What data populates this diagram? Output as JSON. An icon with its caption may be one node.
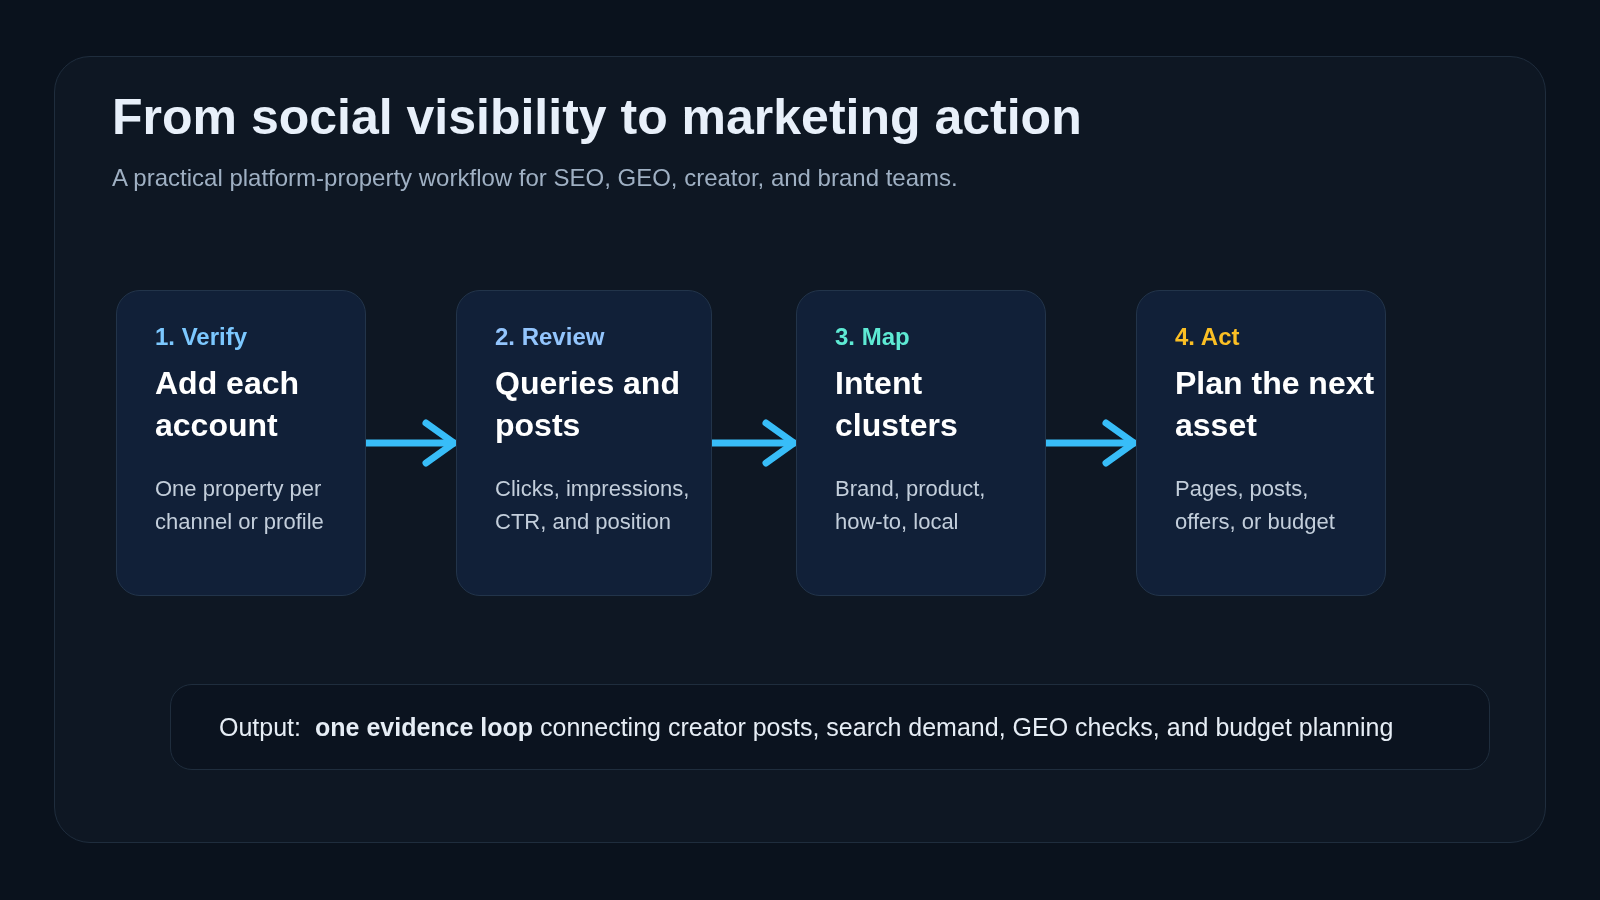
{
  "diagram": {
    "title": "From social visibility to marketing action",
    "caption": "A practical platform-property workflow for SEO, GEO, creator, and brand teams.",
    "nodes": [
      {
        "text": [
          "1. Verify",
          "Add each account",
          "One property per channel or profile"
        ]
      },
      {
        "text": [
          "2. Review",
          "Queries and posts",
          "Clicks, impressions, CTR, and position"
        ]
      },
      {
        "text": [
          "3. Map",
          "Intent clusters",
          "Brand, product, how-to, local"
        ]
      },
      {
        "text": [
          "4. Act",
          "Plan the next asset",
          "Pages, posts, offers, or budget"
        ]
      },
      {
        "text": [
          "Output:",
          "**one evidence loop** connecting creator posts, search demand, GEO checks, and budget planning"
        ]
      }
    ],
    "edges": [
      {
        "from": 0,
        "to": 1,
        "arrow": "to"
      },
      {
        "from": 1,
        "to": 2,
        "arrow": "to"
      },
      {
        "from": 2,
        "to": 3,
        "arrow": "to"
      }
    ]
  }
}
